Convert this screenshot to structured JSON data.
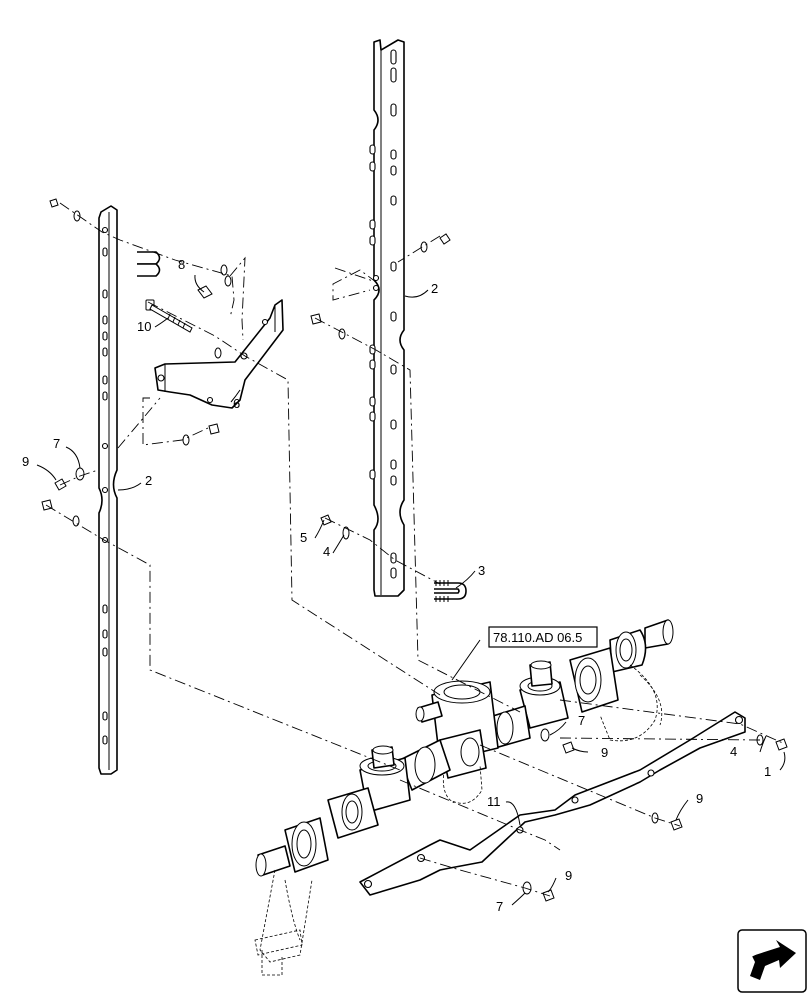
{
  "diagram": {
    "reference": "78.110.AD 06.5",
    "callouts": {
      "c1": "1",
      "c2_right": "2",
      "c2_left": "2",
      "c3": "3",
      "c4_upper": "4",
      "c4_lower": "4",
      "c5": "5",
      "c6": "6",
      "c7_left": "7",
      "c7_mid": "7",
      "c7_bottom": "7",
      "c8": "8",
      "c9_left": "9",
      "c9_mid": "9",
      "c9_right": "9",
      "c9_bottom": "9",
      "c10": "10",
      "c11": "11"
    },
    "icons": {
      "navigation": "next-page-arrow-icon"
    }
  }
}
